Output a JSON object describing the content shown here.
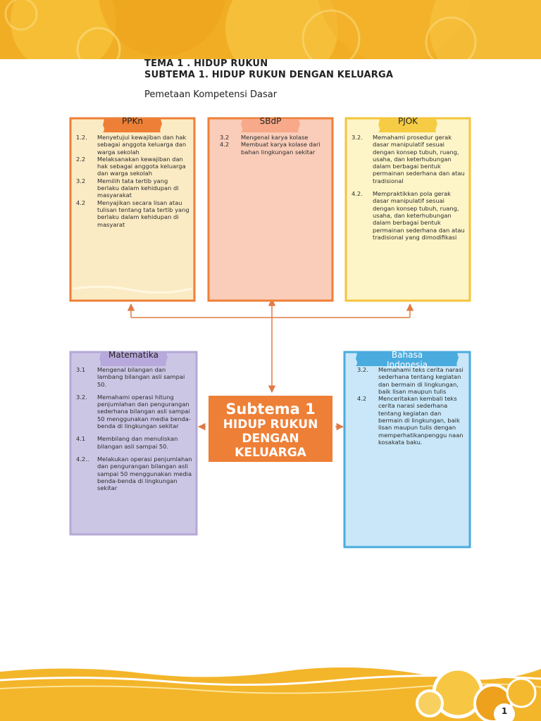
{
  "header": {
    "tema": "TEMA    1 . HIDUP RUKUN",
    "subtema": "SUBTEMA  1. HIDUP RUKUN DENGAN KELUARGA",
    "section": "Pemetaan Kompetensi Dasar"
  },
  "center": {
    "line1": "Subtema 1",
    "line2": "HIDUP RUKUN",
    "line3": "DENGAN",
    "line4": "KELUARGA"
  },
  "cards": {
    "ppkn": {
      "label": "PPKn",
      "items": [
        {
          "n": "1.2.",
          "t": "Menyetujui  kewajiban dan hak  sebagai anggota keluarga dan warga sekolah"
        },
        {
          "n": "2.2",
          "t": "Melaksanakan kewajiban dan hak sebagai anggota keluarga dan warga sekolah"
        },
        {
          "n": "3.2",
          "t": "Memilih tata tertib yang berlaku dalam kehidupan  di masyarakat"
        },
        {
          "n": "4.2",
          "t": "Menyajikan secara lisan atau tulisan tentang tata tertib    yang berlaku dalam kehidupan di masyarat"
        }
      ]
    },
    "sbdp": {
      "label": "SBdP",
      "items": [
        {
          "n": "3.2",
          "t": "Mengenal karya kolase"
        },
        {
          "n": "4.2",
          "t": "Membuat karya kolase dari bahan lingkungan sekitar"
        }
      ]
    },
    "pjok": {
      "label": "PJOK",
      "items": [
        {
          "n": "3.2.",
          "t": "Memahami prosedur gerak dasar manipulatif sesuai dengan konsep tubuh, ruang, usaha, dan keterhubungan dalam berbagai bentuk permainan sederhana dan atau tradisional"
        },
        {
          "n": "4.2.",
          "t": "Mempraktikkan  pola gerak dasar manipulatif sesuai dengan konsep tubuh, ruang, usaha, dan keterhubungan dalam berbagai bentuk permainan sederhana dan atau tradisional yang dimodifikasi"
        }
      ]
    },
    "matematika": {
      "label": "Matematika",
      "items": [
        {
          "n": "3.1",
          "t": "Mengenal bilangan  dan lambang bilangan  asli sampai 50."
        },
        {
          "n": "3.2.",
          "t": "Memahami operasi hitung penjumlahan dan pengurangan sederhana bilangan asli sampai 50 menggunakan media benda-benda di lingkungan sekitar"
        },
        {
          "n": "4.1",
          "t": "Membilang dan menuliskan bilangan asli sampai 50."
        },
        {
          "n": "4.2..",
          "t": "Melakukan operasi penjumlahan dan pengurangan bilangan asli sampai 50 menggunakan media benda-benda di lingkungan sekitar"
        }
      ]
    },
    "bindo": {
      "label": "Bahasa Indonesia",
      "items": [
        {
          "n": "3.2.",
          "t": "Memahami teks cerita narasi sederhana tentang kegiatan dan bermain di lingkungan, baik lisan maupun tulis"
        },
        {
          "n": "4.2",
          "t": "Menceritakan kembali teks cerita narasi sederhana tentang kegiatan dan bermain di lingkungan, baik lisan maupun  tulis dengan memperhatikanpenggu naan kosakata baku."
        }
      ]
    }
  },
  "page": {
    "number": "1"
  },
  "colors": {
    "band": "#f3b52a",
    "orange": "#ee7f36",
    "ppkn_bg": "#fbebc4",
    "sbdp_bg": "#f9cdb9",
    "pjok_bg": "#fdf5c8",
    "mat_bg": "#ccc6e5",
    "bindo_bg": "#c9e7f8"
  }
}
